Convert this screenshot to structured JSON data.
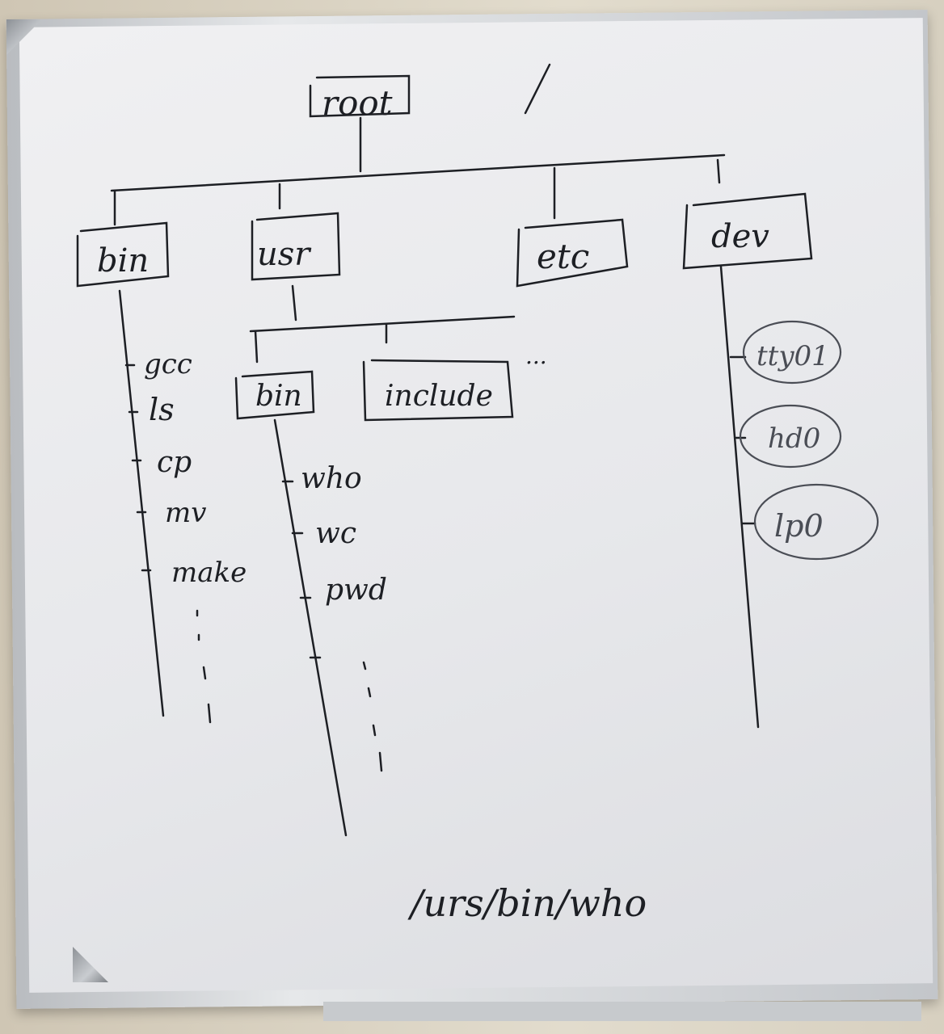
{
  "tree": {
    "root_label": "root",
    "slash": "/",
    "dirs": {
      "bin": "bin",
      "usr": "usr",
      "etc": "etc",
      "dev": "dev",
      "usr_bin": "bin",
      "usr_include": "include"
    },
    "bin_items": [
      "gcc",
      "ls",
      "cp",
      "mv",
      "make"
    ],
    "usr_bin_items": [
      "who",
      "wc",
      "pwd"
    ],
    "dev_items": [
      "tty01",
      "hd0",
      "lp0"
    ],
    "usr_more": "...",
    "path": "/urs/bin/who"
  },
  "colors": {
    "marker": "#1d1f24",
    "board": "#ecedf0"
  }
}
